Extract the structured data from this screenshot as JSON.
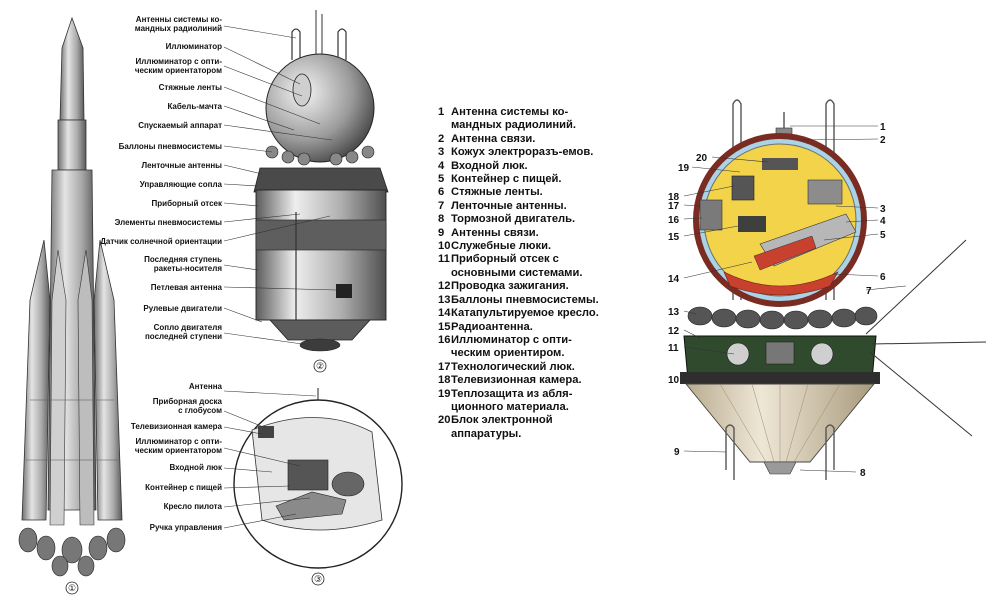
{
  "colors": {
    "accent_red": "#c8402e",
    "cabin_yellow": "#f2d34a",
    "hull_green": "#2f4a2c",
    "cone_tan": "#d8cdb4"
  },
  "fig1": {
    "marker": "①"
  },
  "fig2": {
    "marker": "②",
    "labels": [
      "Антенны системы ко-",
      "мандных радиолиний",
      "Иллюминатор",
      "Иллюминатор с опти-",
      "ческим ориентатором",
      "Стяжные ленты",
      "Кабель-мачта",
      "Спускаемый аппарат",
      "Баллоны пневмосистемы",
      "Ленточные антенны",
      "Управляющие сопла",
      "Приборный отсек",
      "Элементы пневмосистемы",
      "Датчик солнечной ориентации",
      "Последняя ступень",
      "ракеты-носителя",
      "Петлевая антенна",
      "Рулевые двигатели",
      "Сопло двигателя",
      "последней ступени"
    ]
  },
  "fig3": {
    "marker": "③",
    "labels": [
      "Антенна",
      "Приборная доска",
      "с глобусом",
      "Телевизионная камера",
      "Иллюминатор с опти-",
      "ческим ориентатором",
      "Входной люк",
      "Контейнер с пищей",
      "Кресло пилота",
      "Ручка управления"
    ]
  },
  "legend": [
    {
      "n": "1",
      "t": "Антенна системы ко-мандных радиолиний."
    },
    {
      "n": "2",
      "t": "Антенна связи."
    },
    {
      "n": "3",
      "t": "Кожух электроразъ-емов."
    },
    {
      "n": "4",
      "t": "Входной люк."
    },
    {
      "n": "5",
      "t": "Контейнер с пищей."
    },
    {
      "n": "6",
      "t": "Стяжные ленты."
    },
    {
      "n": "7",
      "t": "Ленточные антенны."
    },
    {
      "n": "8",
      "t": "Тормозной двигатель."
    },
    {
      "n": "9",
      "t": "Антенны связи."
    },
    {
      "n": "10",
      "t": "Служебные люки."
    },
    {
      "n": "11",
      "t": "Приборный отсек с основными системами."
    },
    {
      "n": "12",
      "t": "Проводка зажигания."
    },
    {
      "n": "13",
      "t": "Баллоны пневмосистемы."
    },
    {
      "n": "14",
      "t": "Катапультируемое кресло."
    },
    {
      "n": "15",
      "t": "Радиоантенна."
    },
    {
      "n": "16",
      "t": "Иллюминатор с опти-ческим ориентиром."
    },
    {
      "n": "17",
      "t": "Технологический люк."
    },
    {
      "n": "18",
      "t": "Телевизионная камера."
    },
    {
      "n": "19",
      "t": "Теплозащита из абля-ционного материала."
    },
    {
      "n": "20",
      "t": "Блок электронной аппаратуры."
    }
  ],
  "cutaway_callouts": [
    "1",
    "2",
    "3",
    "4",
    "5",
    "6",
    "7",
    "8",
    "9",
    "10",
    "11",
    "12",
    "13",
    "14",
    "15",
    "16",
    "17",
    "18",
    "19",
    "20"
  ]
}
